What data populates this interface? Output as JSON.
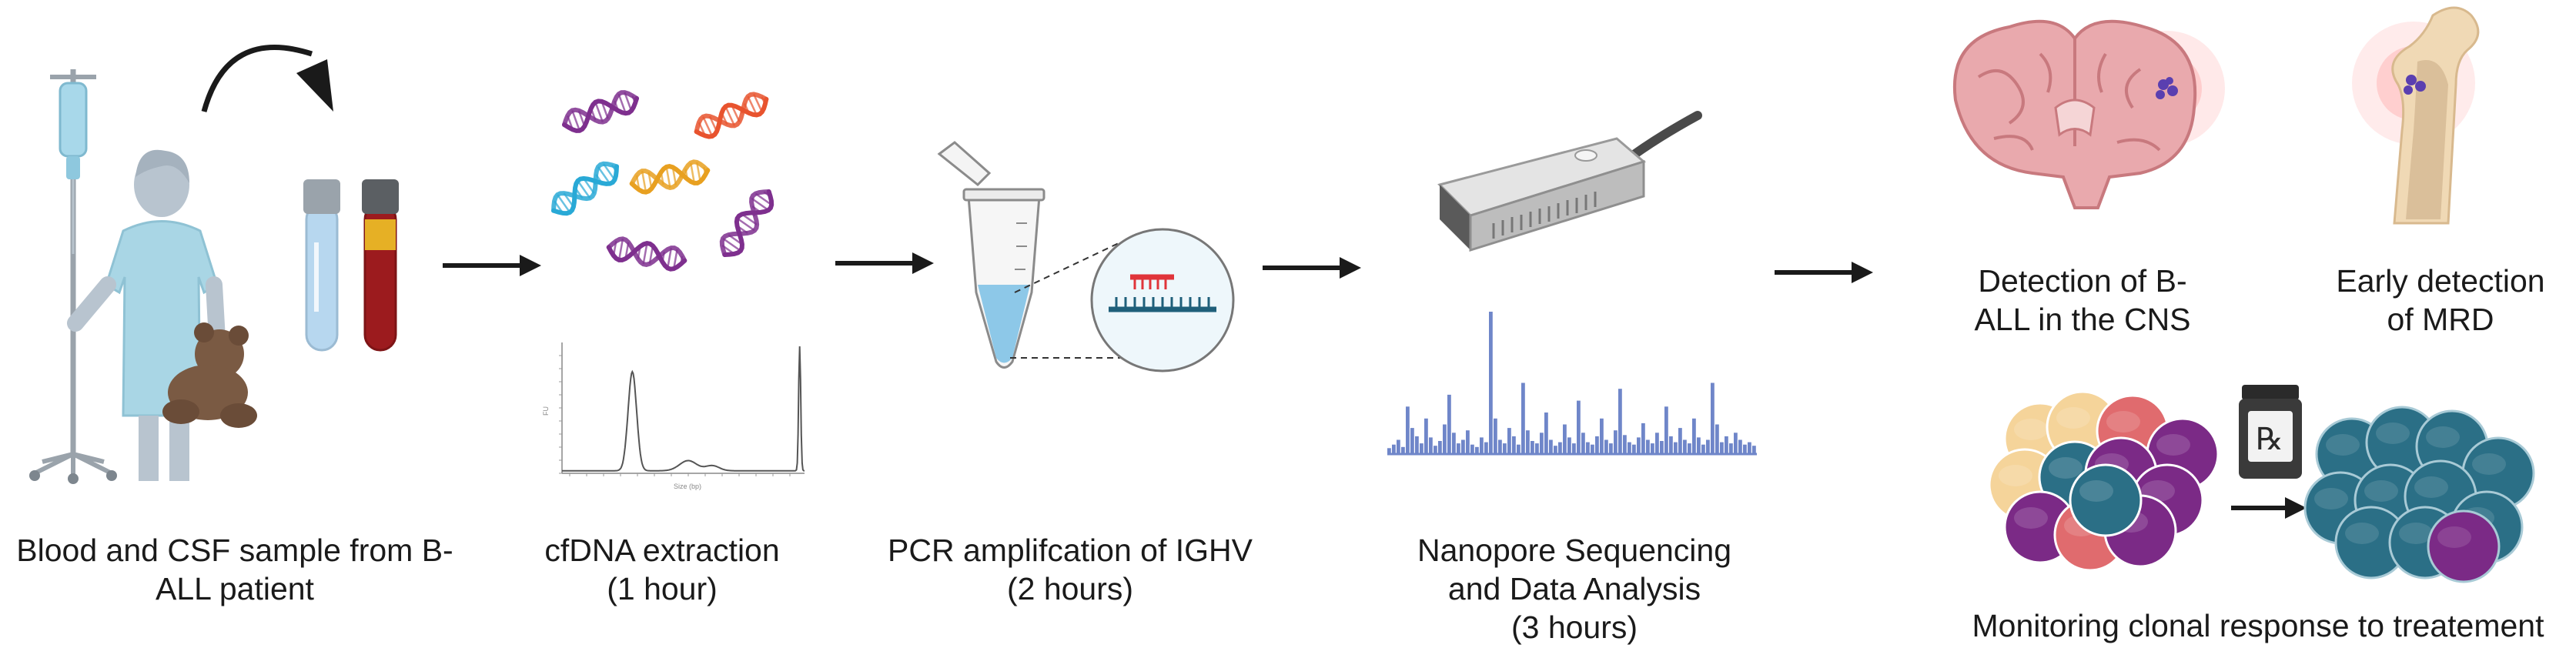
{
  "colors": {
    "iv_bag": "#a8d8ea",
    "gown": "#a9d6e5",
    "skin": "#b8c4cf",
    "bear": "#7a5a43",
    "blood": "#9c1b1e",
    "csf": "#b7d7ef",
    "arrow": "#1a1a1a",
    "dna": [
      "#7e2f8e",
      "#e8532e",
      "#29a9d6",
      "#e8a020"
    ],
    "tube_fluid": "#8dc8e8",
    "sequencer": "#d6d6d6",
    "signal": "#6f86c9",
    "brain": "#e9a9ad",
    "bone": "#f0d9b5",
    "highlight": "#ff9b9b",
    "cells": [
      "#f5d49a",
      "#e06b6e",
      "#7b2a86",
      "#2b6f86"
    ],
    "treated_cell": "#2b6f86"
  },
  "steps": [
    {
      "label": "Blood and CSF sample from B-\nALL patient"
    },
    {
      "label": "cfDNA extraction\n(1 hour)"
    },
    {
      "label": "PCR amplifcation of IGHV\n(2 hours)"
    },
    {
      "label": "Nanopore Sequencing\nand Data Analysis\n(3 hours)"
    }
  ],
  "outcomes": {
    "cns": "Detection of B-\nALL in the CNS",
    "mrd": "Early detection\nof MRD",
    "monitor": "Monitoring clonal response to treatement"
  },
  "trace": {
    "ylabel": "FU",
    "xlabel": "Size (bp)",
    "peaks": [
      {
        "x": 0.29,
        "height": 0.78,
        "width": 0.025
      },
      {
        "x": 0.52,
        "height": 0.08,
        "width": 0.05
      },
      {
        "x": 0.62,
        "height": 0.04,
        "width": 0.04
      },
      {
        "x": 0.98,
        "height": 0.98,
        "width": 0.006
      }
    ]
  },
  "seq_signal": [
    5,
    8,
    12,
    6,
    40,
    22,
    15,
    9,
    30,
    14,
    7,
    11,
    25,
    50,
    18,
    9,
    12,
    20,
    8,
    6,
    14,
    10,
    120,
    30,
    12,
    9,
    22,
    15,
    8,
    60,
    20,
    11,
    9,
    18,
    35,
    12,
    7,
    10,
    25,
    14,
    9,
    45,
    18,
    10,
    8,
    15,
    30,
    12,
    9,
    20,
    55,
    16,
    10,
    8,
    14,
    26,
    12,
    9,
    18,
    11,
    40,
    15,
    10,
    22,
    12,
    9,
    30,
    14,
    8,
    12,
    60,
    25,
    10,
    15,
    9,
    18,
    12,
    8,
    10,
    7
  ]
}
